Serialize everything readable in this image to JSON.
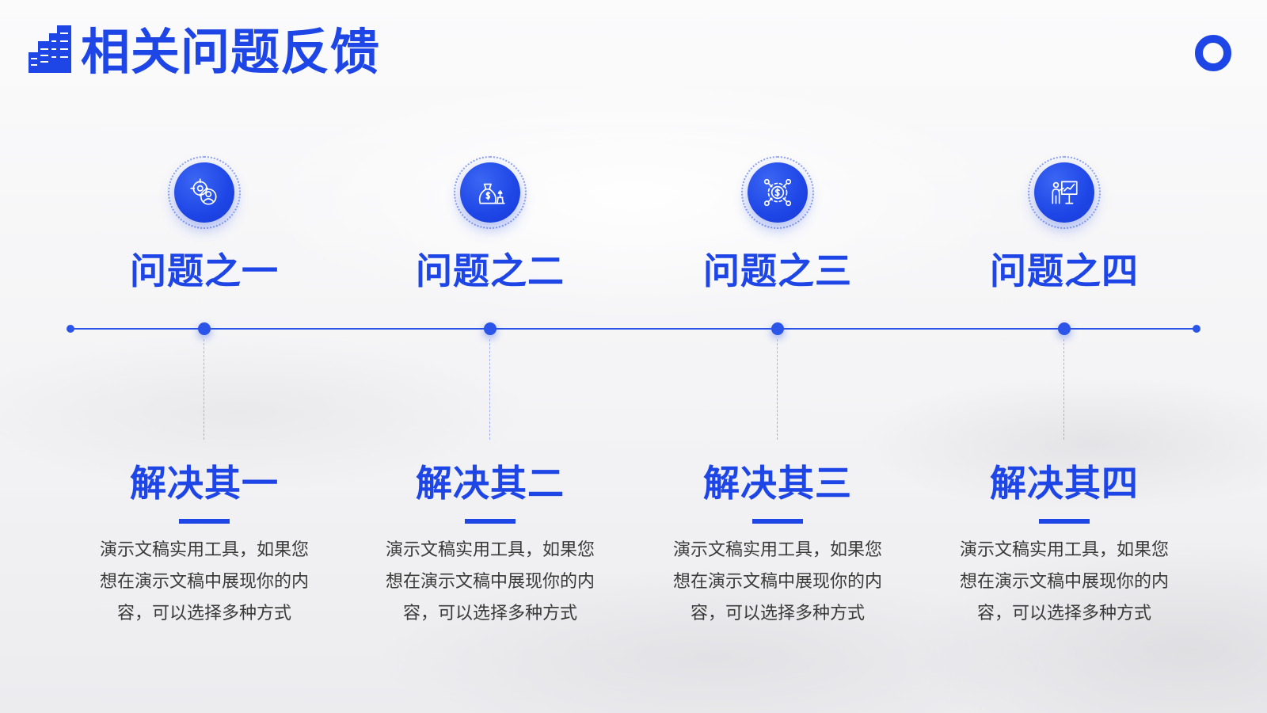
{
  "header": {
    "title": "相关问题反馈",
    "logo_icon": "building-chart-icon"
  },
  "decor": {
    "ring_icon": "ring-icon"
  },
  "colors": {
    "accent": "#1E46E6",
    "timeline": "#2A55E8",
    "body_text": "#3A3A3A",
    "background": "#F7F7F8"
  },
  "items": [
    {
      "icon": "target-user-icon",
      "problem": "问题之一",
      "solution": "解决其一",
      "description": "演示文稿实用工具，如果您想在演示文稿中展现你的内容，可以选择多种方式"
    },
    {
      "icon": "money-bag-chess-icon",
      "problem": "问题之二",
      "solution": "解决其二",
      "description": "演示文稿实用工具，如果您想在演示文稿中展现你的内容，可以选择多种方式"
    },
    {
      "icon": "dollar-network-icon",
      "problem": "问题之三",
      "solution": "解决其三",
      "description": "演示文稿实用工具，如果您想在演示文稿中展现你的内容，可以选择多种方式"
    },
    {
      "icon": "presentation-chart-icon",
      "problem": "问题之四",
      "solution": "解决其四",
      "description": "演示文稿实用工具，如果您想在演示文稿中展现你的内容，可以选择多种方式"
    }
  ]
}
